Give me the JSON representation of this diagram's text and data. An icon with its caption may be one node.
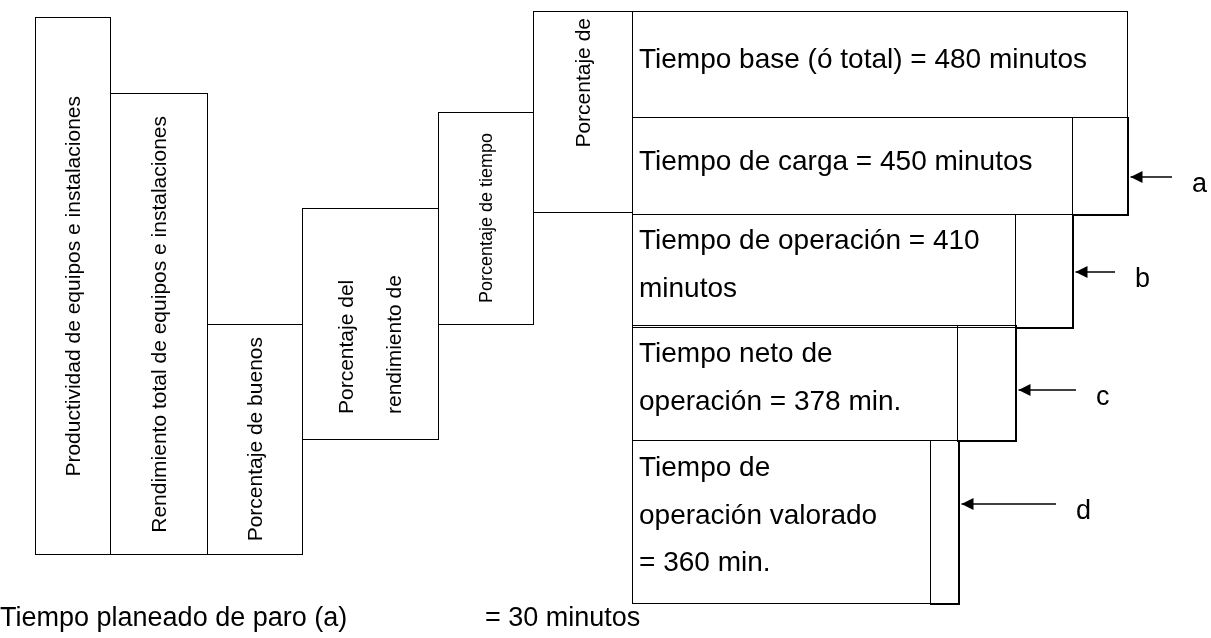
{
  "diagram": {
    "nodes": [
      {
        "text": [
          "Productividad de equipos e instalaciones"
        ]
      },
      {
        "text": [
          "Rendimiento total de equipos e instalaciones"
        ]
      },
      {
        "text": [
          "Porcentaje de buenos"
        ]
      },
      {
        "text": [
          "Porcentaje del rendimiento de"
        ]
      },
      {
        "text": [
          "Porcentaje de tiempo"
        ]
      },
      {
        "text": [
          "Porcentaje de"
        ]
      },
      {
        "text": [
          "Tiempo base (ó total) = 480 minutos"
        ]
      },
      {
        "text": [
          "Tiempo de carga = 450 minutos"
        ]
      },
      {
        "text": [],
        "shape": "box",
        "in": 7
      },
      {
        "text": [
          "Tiempo de operación = 410 minutos"
        ]
      },
      {
        "text": [],
        "shape": "box",
        "in": 9
      },
      {
        "text": [
          "Tiempo neto de operación = 378 min."
        ]
      },
      {
        "text": [],
        "shape": "box",
        "in": 11
      },
      {
        "text": [
          "Tiempo de operación valorado = 360 min."
        ]
      },
      {
        "text": [],
        "shape": "box",
        "in": 13
      },
      {
        "text": [
          "a"
        ]
      },
      {
        "text": [
          "b"
        ]
      },
      {
        "text": [
          "c"
        ]
      },
      {
        "text": [
          "d"
        ]
      }
    ],
    "edges": [
      {
        "from": 15,
        "to": 8,
        "arrow": "to"
      },
      {
        "from": 16,
        "to": 10,
        "arrow": "to"
      },
      {
        "from": 17,
        "to": 12,
        "arrow": "to"
      },
      {
        "from": 18,
        "to": 14,
        "arrow": "to"
      }
    ],
    "labels": [
      "Tiempo planeado de paro (a)",
      "= 30 minutos"
    ]
  }
}
